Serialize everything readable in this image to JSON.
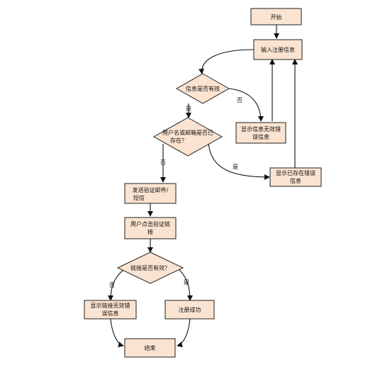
{
  "nodes": {
    "start": "开始",
    "input": "输入注册信息",
    "valid_check": "信息是否有效",
    "invalid_info": [
      "显示信息无效错",
      "误信息"
    ],
    "exists_check": [
      "用户名或邮箱是否已",
      "存在？"
    ],
    "exists_error": [
      "显示已存在错误",
      "信息"
    ],
    "send_verify": [
      "发送验证邮件/",
      "短信"
    ],
    "click_link": [
      "用户点击验证链",
      "接"
    ],
    "link_check": "链接是否有效？",
    "link_invalid": [
      "显示链接无效错",
      "误信息"
    ],
    "success": "注册成功",
    "end": "结束"
  },
  "edge_labels": {
    "valid_no": "否",
    "valid_yes": "是",
    "exists_yes": "是",
    "exists_no": "否",
    "link_no": "否",
    "link_yes": "是"
  }
}
